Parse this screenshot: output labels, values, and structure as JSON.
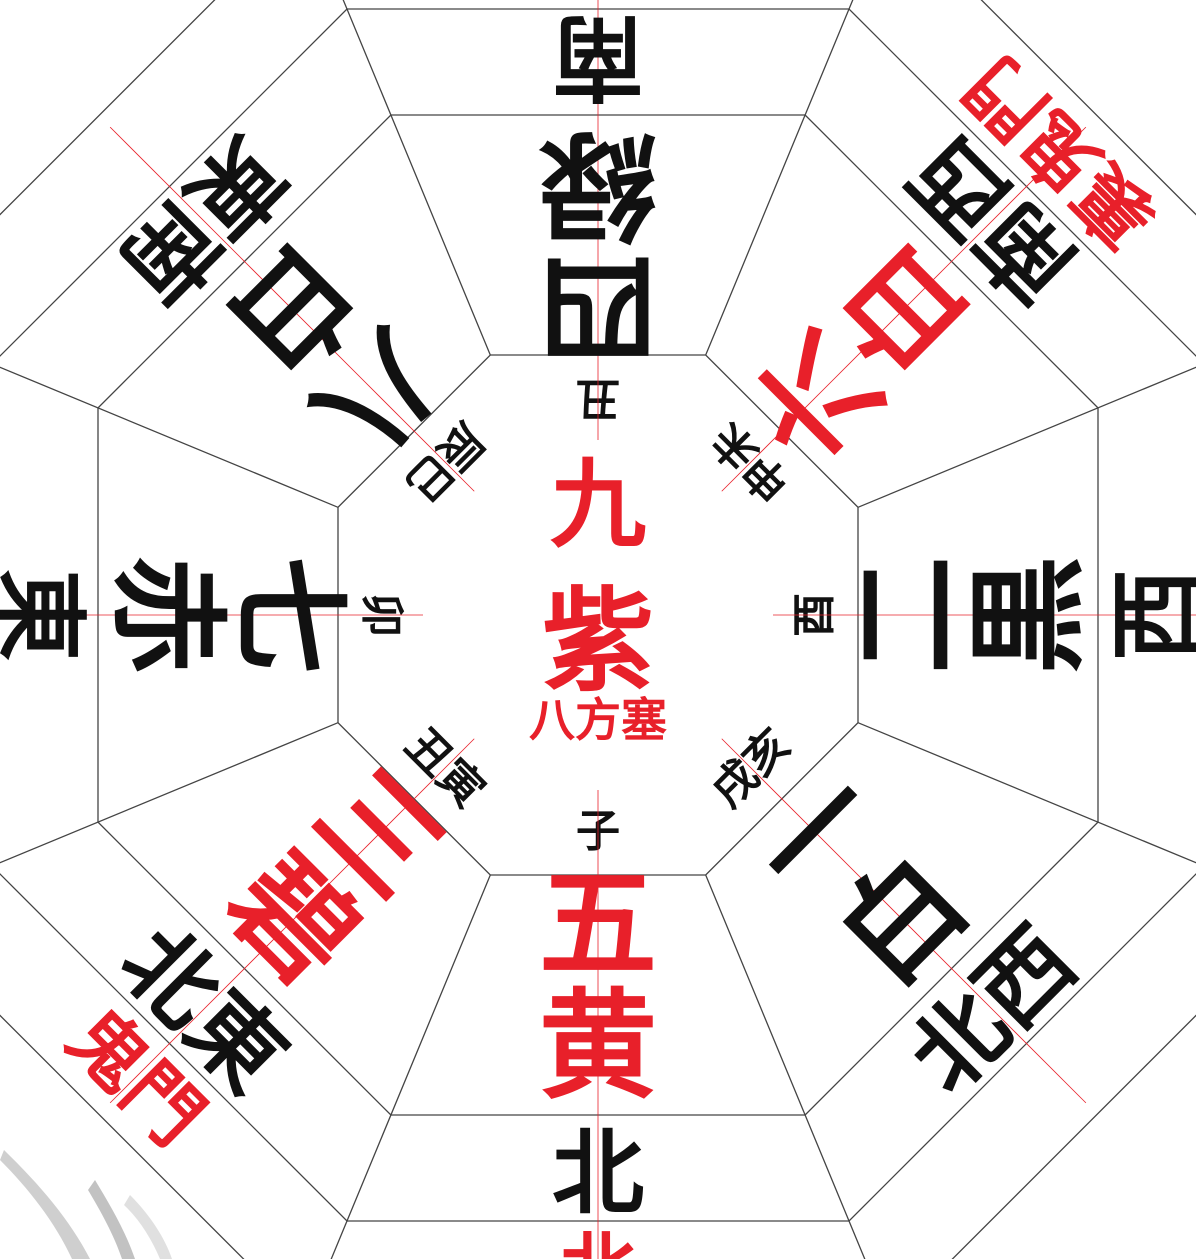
{
  "colors": {
    "red": "#e8202a",
    "black": "#111111",
    "line": "#444444"
  },
  "center": {
    "number": "九",
    "star": "紫",
    "note": "八方塞"
  },
  "sectors": [
    {
      "id": "south",
      "dir": "南",
      "star": [
        "四",
        "緑"
      ],
      "zodiac": "丑",
      "rotation": 180,
      "star_color": "black",
      "dir_color": "black"
    },
    {
      "id": "southwest",
      "dir": "南西",
      "star": [
        "六",
        "白"
      ],
      "zodiac": "申未",
      "rotation": 225,
      "star_color": "red",
      "dir_color": "black",
      "extra": "裏鬼門"
    },
    {
      "id": "west",
      "dir": "西",
      "star": [
        "二",
        "黒"
      ],
      "zodiac": "酉",
      "rotation": 270,
      "star_color": "black",
      "dir_color": "black"
    },
    {
      "id": "northwest",
      "dir": "北西",
      "star": [
        "一",
        "白"
      ],
      "zodiac": "戌亥",
      "rotation": 315,
      "star_color": "black",
      "dir_color": "black"
    },
    {
      "id": "north",
      "dir": "北",
      "star": [
        "五",
        "黄"
      ],
      "zodiac": "子",
      "rotation": 0,
      "star_color": "red",
      "dir_color": "black",
      "extra": "北"
    },
    {
      "id": "northeast",
      "dir": "北東",
      "star": [
        "三",
        "碧"
      ],
      "zodiac": "丑寅",
      "rotation": 45,
      "star_color": "red",
      "dir_color": "black",
      "extra": "鬼門"
    },
    {
      "id": "east",
      "dir": "東",
      "star": [
        "七",
        "赤"
      ],
      "zodiac": "卯",
      "rotation": 90,
      "star_color": "black",
      "dir_color": "black"
    },
    {
      "id": "southeast",
      "dir": "東南",
      "star": [
        "八",
        "白"
      ],
      "zodiac": "辰巳",
      "rotation": 135,
      "star_color": "black",
      "dir_color": "black"
    }
  ]
}
